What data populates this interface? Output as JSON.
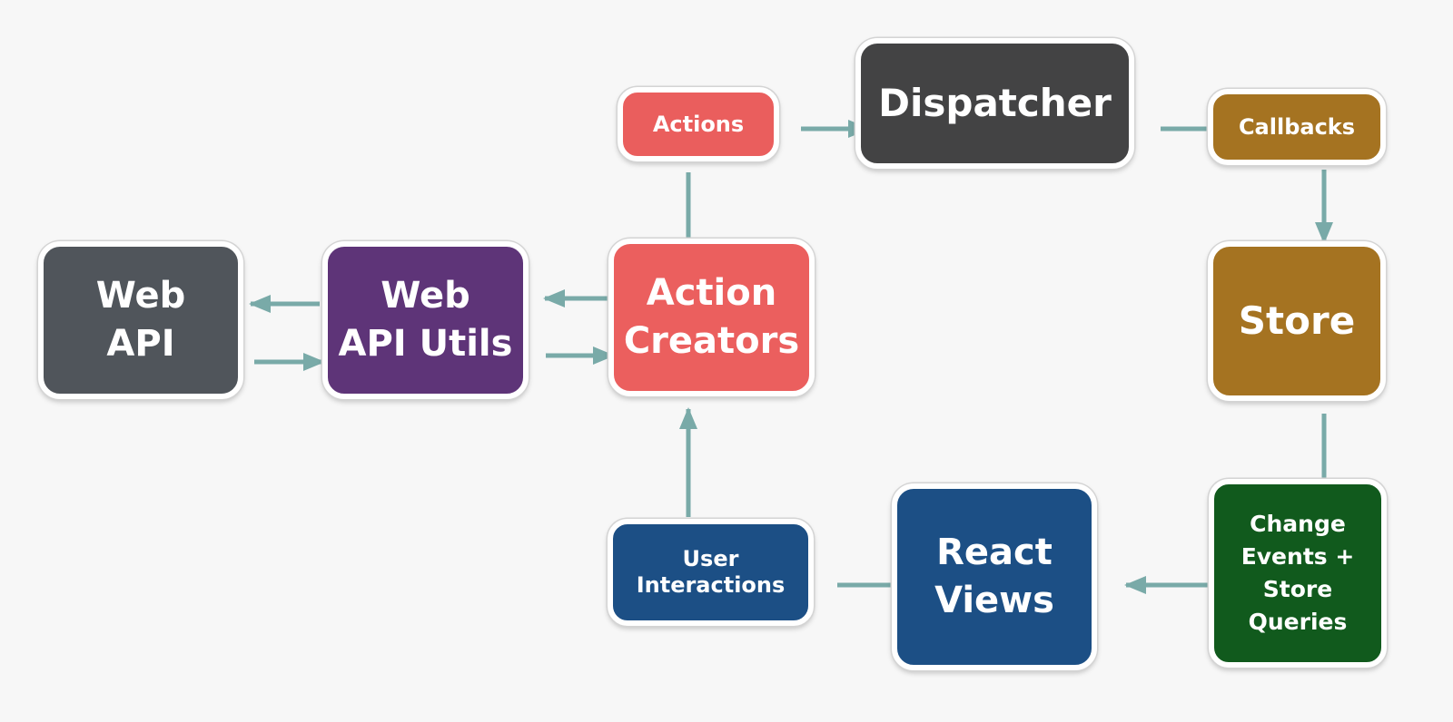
{
  "nodes": {
    "web_api": {
      "line1": "Web",
      "line2": "API",
      "color": "#50555b"
    },
    "web_api_utils": {
      "line1": "Web",
      "line2": "API Utils",
      "color": "#5e3478"
    },
    "action_creators": {
      "line1": "Action",
      "line2": "Creators",
      "color": "#eb5f5e"
    },
    "actions": {
      "label": "Actions",
      "color": "#ea5e5d"
    },
    "dispatcher": {
      "label": "Dispatcher",
      "color": "#434344"
    },
    "callbacks": {
      "label": "Callbacks",
      "color": "#a57321"
    },
    "store": {
      "label": "Store",
      "color": "#a57321"
    },
    "change_events": {
      "line1": "Change",
      "line2": "Events +",
      "line3": "Store",
      "line4": "Queries",
      "color": "#115a1d"
    },
    "react_views": {
      "line1": "React",
      "line2": "Views",
      "color": "#1c4f85"
    },
    "user_interactions": {
      "line1": "User",
      "line2": "Interactions",
      "color": "#1c4f85"
    }
  },
  "connector_color": "#79aaa8"
}
